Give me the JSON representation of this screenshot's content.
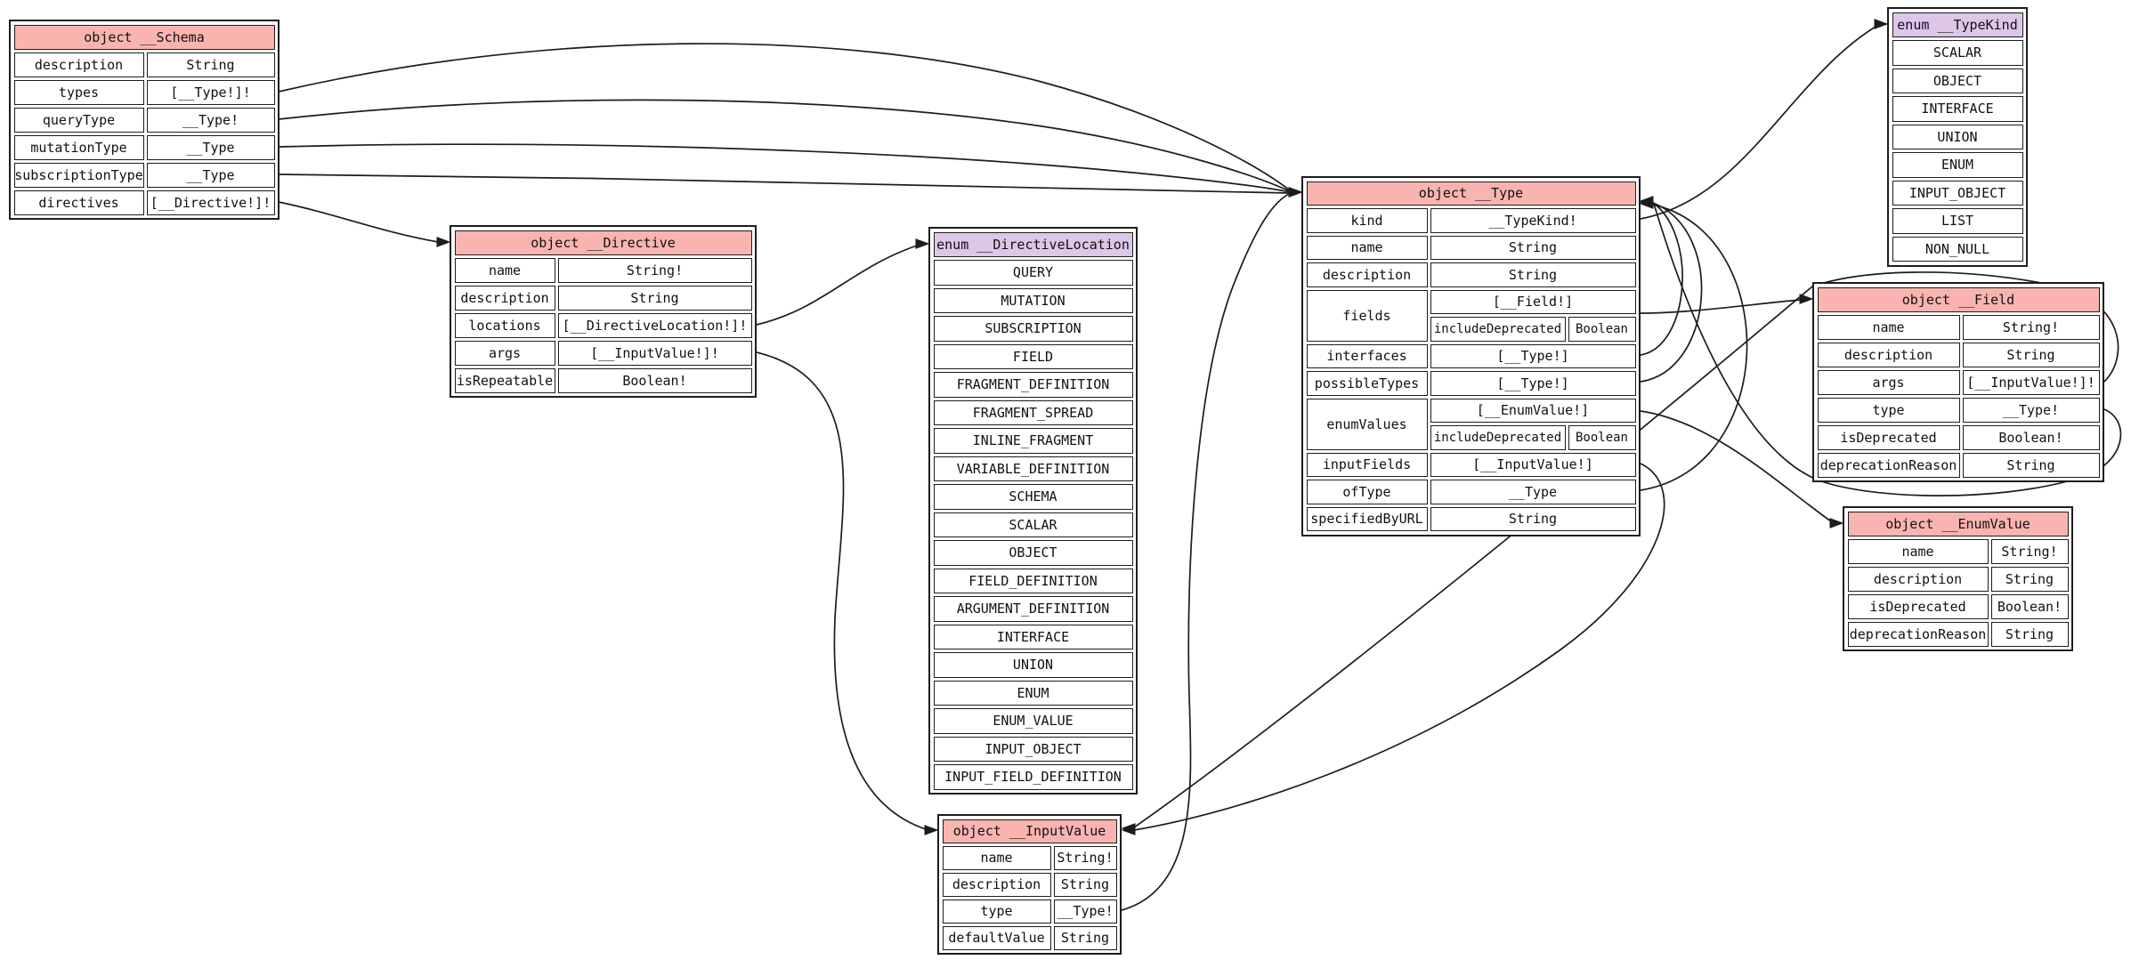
{
  "diagram_kind": "graphql-introspection-schema-er-diagram",
  "colors": {
    "object_header": "#f9b4b0",
    "enum_header": "#ddc6e8",
    "cell_background": "#ffffff",
    "border": "#1c1c1c",
    "edge": "#1c1c1c"
  },
  "tables": [
    {
      "id": "schema",
      "node": "__Schema",
      "kind": "object",
      "header": "object __Schema",
      "rows": [
        {
          "name": "description",
          "type": "String"
        },
        {
          "name": "types",
          "type": "[__Type!]!"
        },
        {
          "name": "queryType",
          "type": "__Type!"
        },
        {
          "name": "mutationType",
          "type": "__Type"
        },
        {
          "name": "subscriptionType",
          "type": "__Type"
        },
        {
          "name": "directives",
          "type": "[__Directive!]!"
        }
      ]
    },
    {
      "id": "directive",
      "node": "__Directive",
      "kind": "object",
      "header": "object __Directive",
      "rows": [
        {
          "name": "name",
          "type": "String!"
        },
        {
          "name": "description",
          "type": "String"
        },
        {
          "name": "locations",
          "type": "[__DirectiveLocation!]!"
        },
        {
          "name": "args",
          "type": "[__InputValue!]!"
        },
        {
          "name": "isRepeatable",
          "type": "Boolean!"
        }
      ]
    },
    {
      "id": "directive-location",
      "node": "__DirectiveLocation",
      "kind": "enum",
      "header": "enum __DirectiveLocation",
      "values": [
        "QUERY",
        "MUTATION",
        "SUBSCRIPTION",
        "FIELD",
        "FRAGMENT_DEFINITION",
        "FRAGMENT_SPREAD",
        "INLINE_FRAGMENT",
        "VARIABLE_DEFINITION",
        "SCHEMA",
        "SCALAR",
        "OBJECT",
        "FIELD_DEFINITION",
        "ARGUMENT_DEFINITION",
        "INTERFACE",
        "UNION",
        "ENUM",
        "ENUM_VALUE",
        "INPUT_OBJECT",
        "INPUT_FIELD_DEFINITION"
      ]
    },
    {
      "id": "type",
      "node": "__Type",
      "kind": "object",
      "header": "object __Type",
      "rows": [
        {
          "name": "kind",
          "type": "__TypeKind!"
        },
        {
          "name": "name",
          "type": "String"
        },
        {
          "name": "description",
          "type": "String"
        },
        {
          "name": "fields",
          "type": "[__Field!]",
          "arg": {
            "name": "includeDeprecated",
            "type": "Boolean"
          }
        },
        {
          "name": "interfaces",
          "type": "[__Type!]"
        },
        {
          "name": "possibleTypes",
          "type": "[__Type!]"
        },
        {
          "name": "enumValues",
          "type": "[__EnumValue!]",
          "arg": {
            "name": "includeDeprecated",
            "type": "Boolean"
          }
        },
        {
          "name": "inputFields",
          "type": "[__InputValue!]"
        },
        {
          "name": "ofType",
          "type": "__Type"
        },
        {
          "name": "specifiedByURL",
          "type": "String"
        }
      ]
    },
    {
      "id": "type-kind",
      "node": "__TypeKind",
      "kind": "enum",
      "header": "enum __TypeKind",
      "values": [
        "SCALAR",
        "OBJECT",
        "INTERFACE",
        "UNION",
        "ENUM",
        "INPUT_OBJECT",
        "LIST",
        "NON_NULL"
      ]
    },
    {
      "id": "field",
      "node": "__Field",
      "kind": "object",
      "header": "object __Field",
      "rows": [
        {
          "name": "name",
          "type": "String!"
        },
        {
          "name": "description",
          "type": "String"
        },
        {
          "name": "args",
          "type": "[__InputValue!]!"
        },
        {
          "name": "type",
          "type": "__Type!"
        },
        {
          "name": "isDeprecated",
          "type": "Boolean!"
        },
        {
          "name": "deprecationReason",
          "type": "String"
        }
      ]
    },
    {
      "id": "enum-value",
      "node": "__EnumValue",
      "kind": "object",
      "header": "object __EnumValue",
      "rows": [
        {
          "name": "name",
          "type": "String!"
        },
        {
          "name": "description",
          "type": "String"
        },
        {
          "name": "isDeprecated",
          "type": "Boolean!"
        },
        {
          "name": "deprecationReason",
          "type": "String"
        }
      ]
    },
    {
      "id": "input-value",
      "node": "__InputValue",
      "kind": "object",
      "header": "object __InputValue",
      "rows": [
        {
          "name": "name",
          "type": "String!"
        },
        {
          "name": "description",
          "type": "String"
        },
        {
          "name": "type",
          "type": "__Type!"
        },
        {
          "name": "defaultValue",
          "type": "String"
        }
      ]
    }
  ],
  "edges": [
    {
      "from": "__Schema.types",
      "to": "__Type"
    },
    {
      "from": "__Schema.queryType",
      "to": "__Type"
    },
    {
      "from": "__Schema.mutationType",
      "to": "__Type"
    },
    {
      "from": "__Schema.subscriptionType",
      "to": "__Type"
    },
    {
      "from": "__Schema.directives",
      "to": "__Directive"
    },
    {
      "from": "__Directive.locations",
      "to": "__DirectiveLocation"
    },
    {
      "from": "__Directive.args",
      "to": "__InputValue"
    },
    {
      "from": "__Type.kind",
      "to": "__TypeKind"
    },
    {
      "from": "__Type.fields",
      "to": "__Field"
    },
    {
      "from": "__Type.interfaces",
      "to": "__Type"
    },
    {
      "from": "__Type.possibleTypes",
      "to": "__Type"
    },
    {
      "from": "__Type.enumValues",
      "to": "__EnumValue"
    },
    {
      "from": "__Type.inputFields",
      "to": "__InputValue"
    },
    {
      "from": "__Type.ofType",
      "to": "__Type"
    },
    {
      "from": "__Field.args",
      "to": "__InputValue"
    },
    {
      "from": "__Field.type",
      "to": "__Type"
    },
    {
      "from": "__InputValue.type",
      "to": "__Type"
    }
  ]
}
